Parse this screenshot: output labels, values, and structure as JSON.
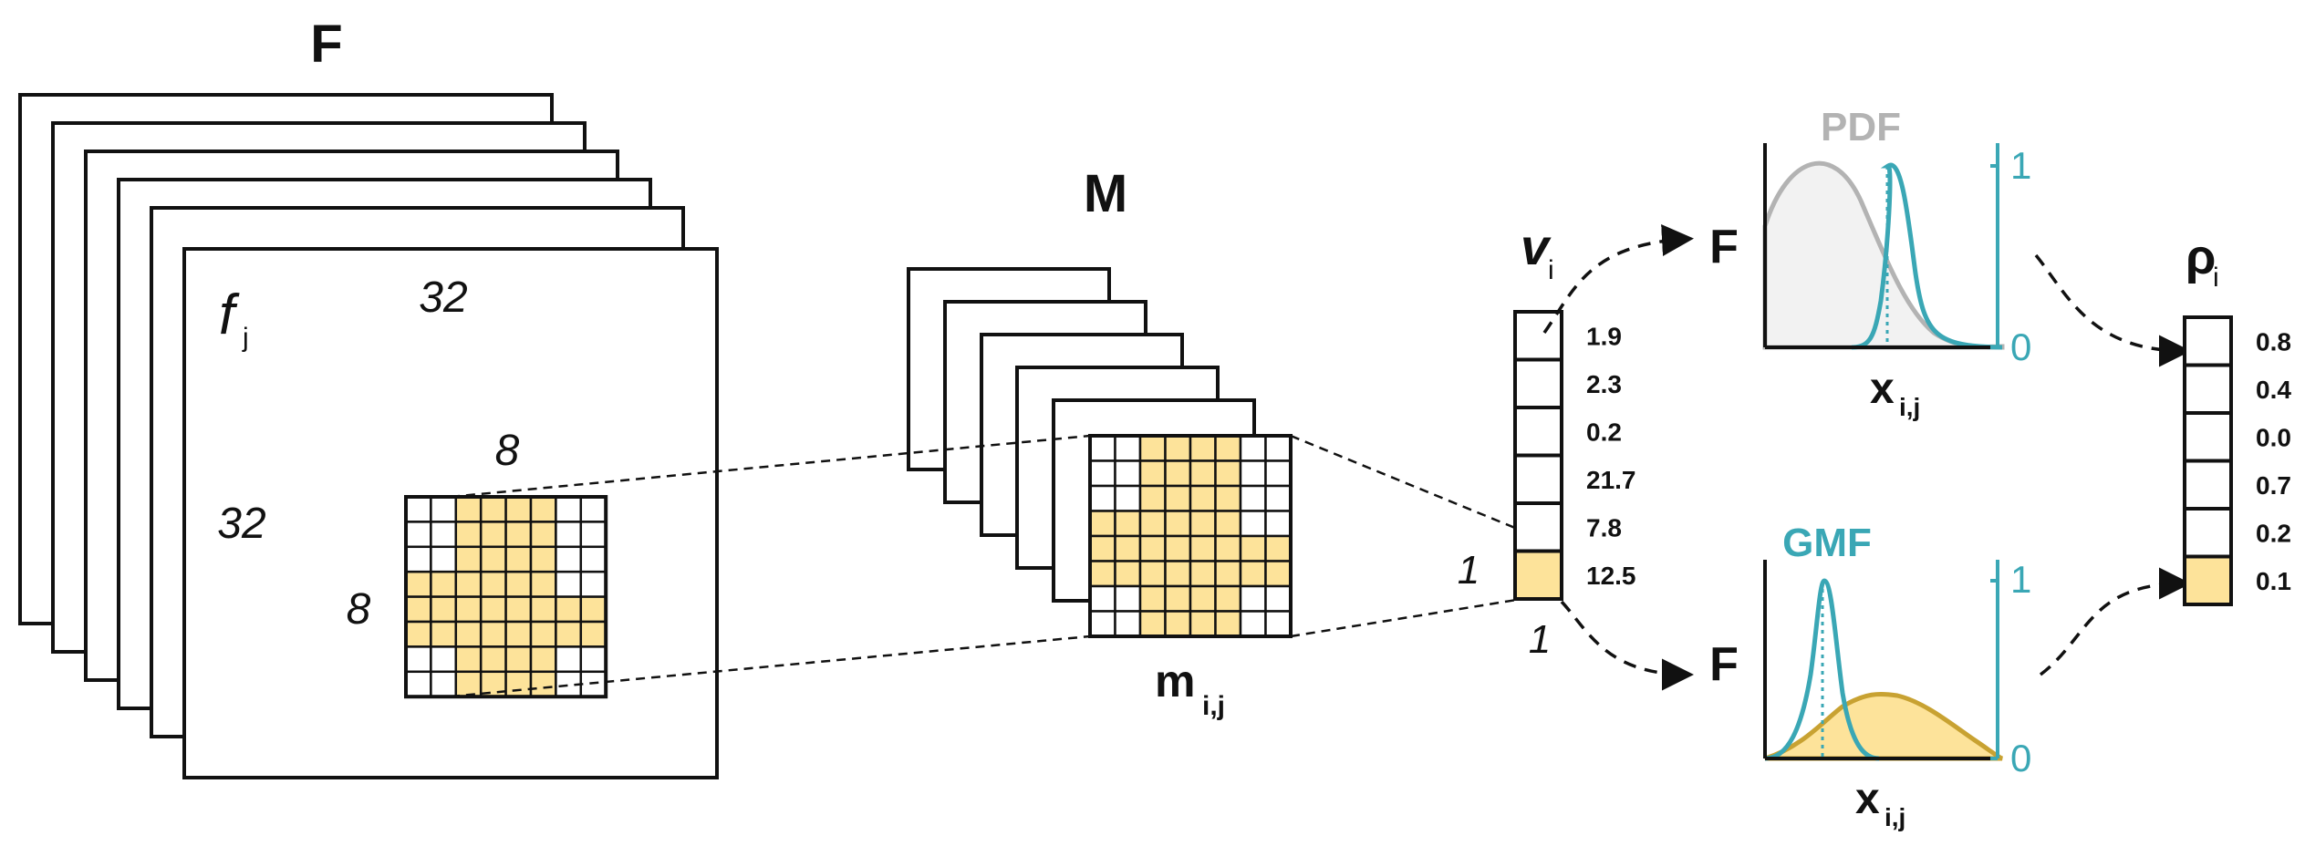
{
  "colors": {
    "ink": "#111111",
    "highlight": "#fde39a",
    "teal": "#3aa7b5",
    "gray_curve": "#b3b3b3",
    "gray_fill": "#f2f2f2",
    "gold_curve": "#c8a232",
    "gold_fill": "#fde39a"
  },
  "labels": {
    "F_stack_title": "F",
    "M_stack_title": "M",
    "f_symbol": "f",
    "f_sub": "j",
    "dim_32_top": "32",
    "dim_32_left": "32",
    "patch_dim_top": "8",
    "patch_dim_left": "8",
    "m_symbol": "m",
    "m_sub": "i,j",
    "v_symbol": "v",
    "v_sub": "i",
    "one_left": "1",
    "one_bottom": "1",
    "rho_symbol": "ρ",
    "rho_sub": "i",
    "F_top": "F",
    "F_bottom": "F",
    "x_top": "x",
    "x_top_sub": "i,j",
    "x_bottom": "x",
    "x_bottom_sub": "i,j"
  },
  "vector_v": [
    "1.9",
    "2.3",
    "0.2",
    "21.7",
    "7.8",
    "12.5"
  ],
  "vector_v_highlight_index": 5,
  "vector_rho": [
    "0.8",
    "0.4",
    "0.0",
    "0.7",
    "0.2",
    "0.1"
  ],
  "vector_rho_highlight_index": 5,
  "plot_top": {
    "title": "PDF",
    "right_axis_max": "1",
    "right_axis_min": "0"
  },
  "plot_bottom": {
    "title": "GMF",
    "right_axis_max": "1",
    "right_axis_min": "0"
  },
  "patch_mask": [
    [
      0,
      0,
      1,
      1,
      1,
      1,
      0,
      0
    ],
    [
      0,
      0,
      1,
      1,
      1,
      1,
      0,
      0
    ],
    [
      0,
      0,
      1,
      1,
      1,
      1,
      0,
      0
    ],
    [
      1,
      1,
      1,
      1,
      1,
      1,
      0,
      0
    ],
    [
      1,
      1,
      1,
      1,
      1,
      1,
      1,
      1
    ],
    [
      1,
      1,
      1,
      1,
      1,
      1,
      1,
      1
    ],
    [
      0,
      0,
      1,
      1,
      1,
      1,
      0,
      0
    ],
    [
      0,
      0,
      1,
      1,
      1,
      1,
      0,
      0
    ]
  ]
}
